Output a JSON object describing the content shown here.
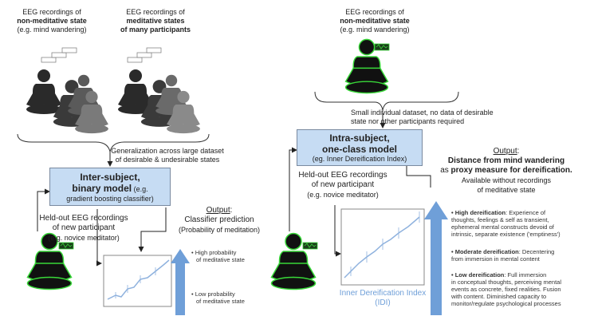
{
  "colors": {
    "model_box": "#c6dcf3",
    "arrow_blue": "#6f9fd8",
    "neon_green": "#39d839",
    "figure_dark": "#1f1f1f"
  },
  "left": {
    "top_left_label": {
      "line1": "EEG recordings of",
      "line2": "non-meditative state",
      "line3": "(e.g. mind wandering)"
    },
    "top_right_label": {
      "line1": "EEG recordings of",
      "line2": "meditative states",
      "line3": "of many participants"
    },
    "generalization": {
      "line1": "Generalization across large dataset",
      "line2": "of desirable & undesirable states"
    },
    "model": {
      "title1": "Inter-subject,",
      "title2": "binary model",
      "title2_tail": " (e.g.",
      "line3": "gradient boosting classifier)"
    },
    "heldout": {
      "line1": "Held-out EEG recordings",
      "line2": "of new participant",
      "line3": "(e.g. novice meditator)"
    },
    "output": {
      "heading": "Output",
      "colon": ":",
      "line1": "Classifier prediction",
      "line2": "(Probability of meditation)"
    },
    "high_prob": {
      "line1": "• High probability",
      "line2": "of meditative state"
    },
    "low_prob": {
      "line1": "• Low probability",
      "line2": "of meditative state"
    }
  },
  "right": {
    "top_label": {
      "line1": "EEG recordings of",
      "line2": "non-meditative state",
      "line3": "(e.g. mind wandering)"
    },
    "small_dataset": {
      "line1": "Small individual dataset, no data of desirable",
      "line2": "state nor other participants required"
    },
    "model": {
      "title1": "Intra-subject,",
      "title2": "one-class model",
      "line3": "(eg. Inner Dereification Index)"
    },
    "heldout": {
      "line1": "Held-out EEG recordings",
      "line2": "of new participant",
      "line3": "(e.g. novice meditator)"
    },
    "output": {
      "heading": "Output",
      "colon": ":",
      "line1": "Distance from mind wandering",
      "line2_pre": "as ",
      "line2_bold": "proxy measure for dereification.",
      "line3": "Available without recordings",
      "line4": "of meditative state"
    },
    "idi_label": {
      "line1": "Inner Dereification Index",
      "line2": "(IDI)"
    },
    "bullets": {
      "high": {
        "title": "• High dereification",
        "l1": ": Experience of",
        "l2": "thoughts, feelings & self as transient,",
        "l3": "ephemeral mental constructs devoid of",
        "l4": "intrinsic, separate existence ('emptiness')"
      },
      "moderate": {
        "title": "• Moderate dereification",
        "l1": ": Decentering",
        "l2": "from immersion in mental content"
      },
      "low": {
        "title": "• Low dereification",
        "l1": ": Full immersion",
        "l2": "in conceptual thoughts, perceiving mental",
        "l3": "events as concrete, fixed realities. Fusion",
        "l4": "with content. Diminished capacity to",
        "l5": "monitor/regulate psychological processes"
      }
    }
  }
}
